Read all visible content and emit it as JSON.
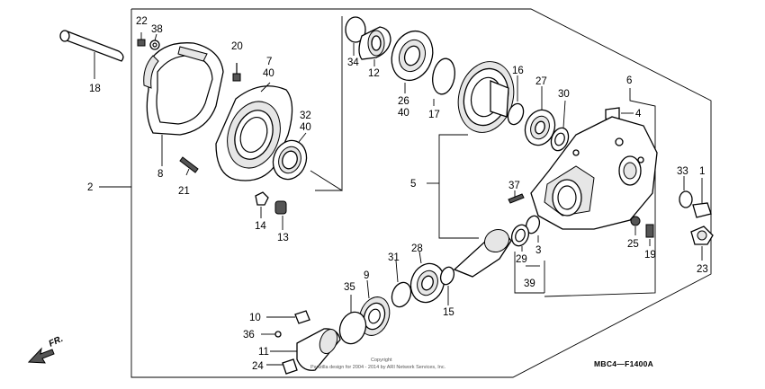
{
  "diagram": {
    "code": "MBC4—F1400A",
    "copyright_line1": "Copyright",
    "copyright_line2": "Partzilla design for 2004 - 2014 by ARI Network Services, Inc.",
    "direction": "FR."
  },
  "callouts": {
    "c1": "1",
    "c2": "2",
    "c3": "3",
    "c4": "4",
    "c5": "5",
    "c6": "6",
    "c7": "7",
    "c8": "8",
    "c9": "9",
    "c10": "10",
    "c11": "11",
    "c12": "12",
    "c13": "13",
    "c14": "14",
    "c15": "15",
    "c16": "16",
    "c17": "17",
    "c18": "18",
    "c19": "19",
    "c20": "20",
    "c21": "21",
    "c22": "22",
    "c23": "23",
    "c24": "24",
    "c25": "25",
    "c26": "26",
    "c27": "27",
    "c28": "28",
    "c29": "29",
    "c30": "30",
    "c31": "31",
    "c32": "32",
    "c33": "33",
    "c34": "34",
    "c35": "35",
    "c36": "36",
    "c37": "37",
    "c38": "38",
    "c39": "39",
    "c40a": "40",
    "c40b": "40",
    "c40c": "40"
  }
}
